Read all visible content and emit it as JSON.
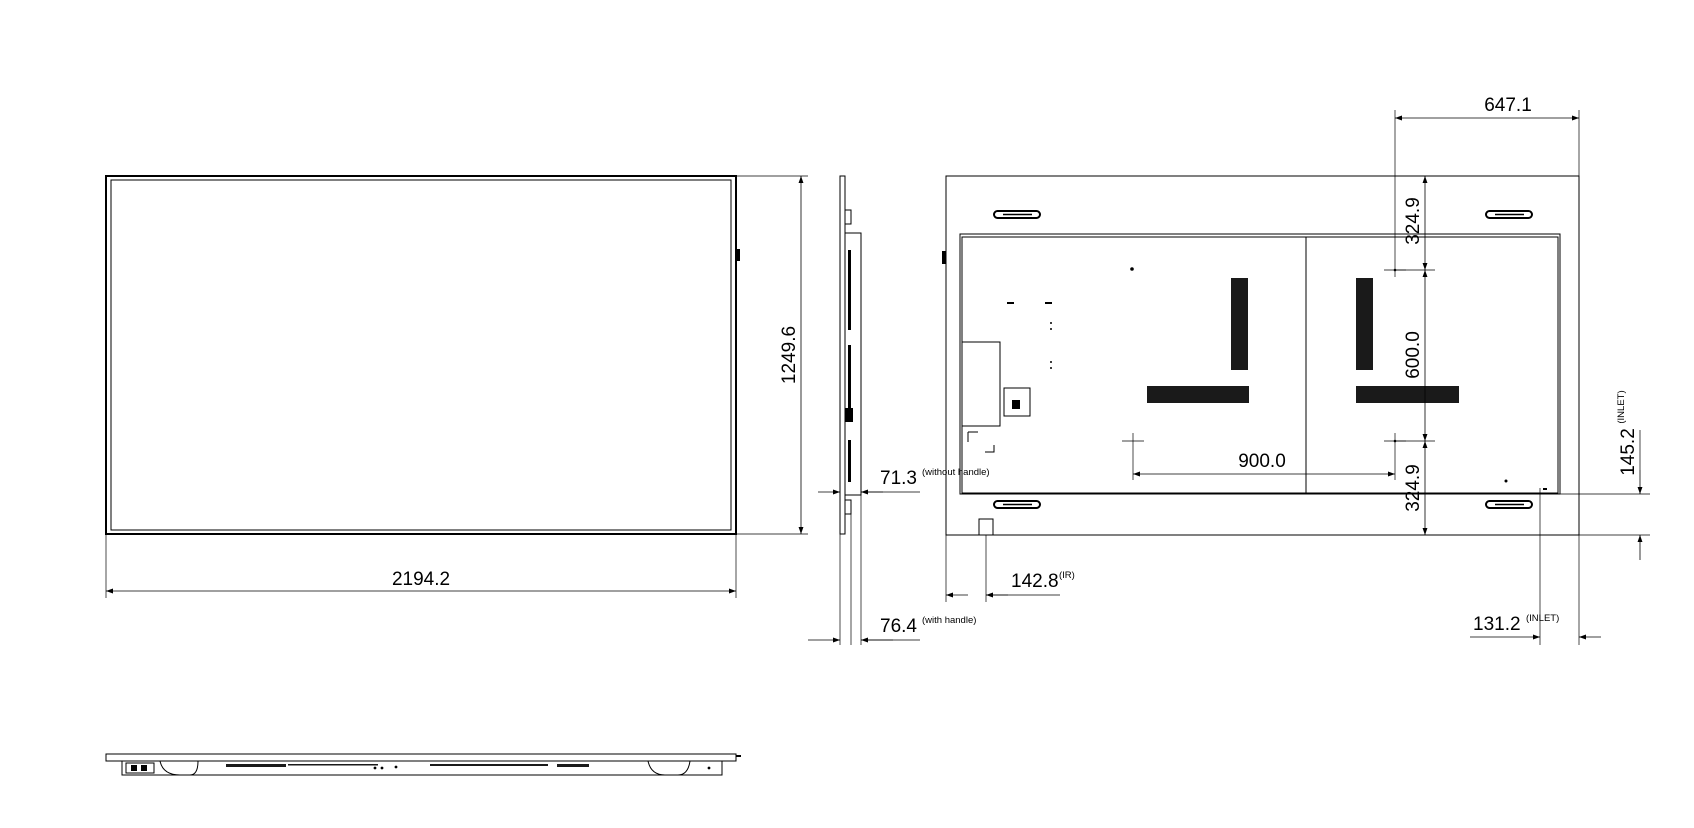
{
  "dimensions": {
    "width": "2194.2",
    "height": "1249.6",
    "depth_without_handle": "71.3",
    "depth_without_handle_note": "(without handle)",
    "depth_with_handle": "76.4",
    "depth_with_handle_note": "(with handle)",
    "vesa_horizontal": "900.0",
    "vesa_vertical": "600.0",
    "top_to_mount": "324.9",
    "mount_to_bottom": "324.9",
    "right_to_mount": "647.1",
    "ir_offset": "142.8",
    "ir_note": "(IR)",
    "inlet_horizontal": "131.2",
    "inlet_horizontal_note": "(INLET)",
    "inlet_vertical": "145.2",
    "inlet_vertical_note": "(INLET)"
  }
}
